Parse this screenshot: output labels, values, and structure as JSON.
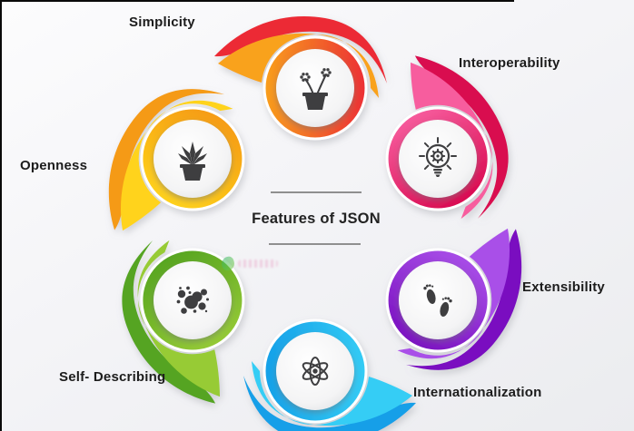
{
  "title": {
    "text": "Features of JSON"
  },
  "features": [
    {
      "label": "Simplicity",
      "icon": "flower-pot-icon",
      "color_light": "#f9a21b",
      "color_dark": "#ec2c36"
    },
    {
      "label": "Interoperability",
      "icon": "lightbulb-gear-icon",
      "color_light": "#f75d9e",
      "color_dark": "#d9094f"
    },
    {
      "label": "Extensibility",
      "icon": "footprints-icon",
      "color_light": "#a94fe8",
      "color_dark": "#7a10c0"
    },
    {
      "label": "Internationalization",
      "icon": "atom-icon",
      "color_light": "#35cdf5",
      "color_dark": "#159fe8"
    },
    {
      "label": "Self- Describing",
      "icon": "dots-cluster-icon",
      "color_light": "#97cb36",
      "color_dark": "#55a421"
    },
    {
      "label": "Openness",
      "icon": "potted-plant-icon",
      "color_light": "#ffd31c",
      "color_dark": "#f59a12"
    }
  ],
  "icon_color": "#3e3e40",
  "divider_color": "#8f8f8f",
  "text_color": "#1c1c1c",
  "frame_color": "#0a0a0a",
  "background": "#f2f2f5"
}
